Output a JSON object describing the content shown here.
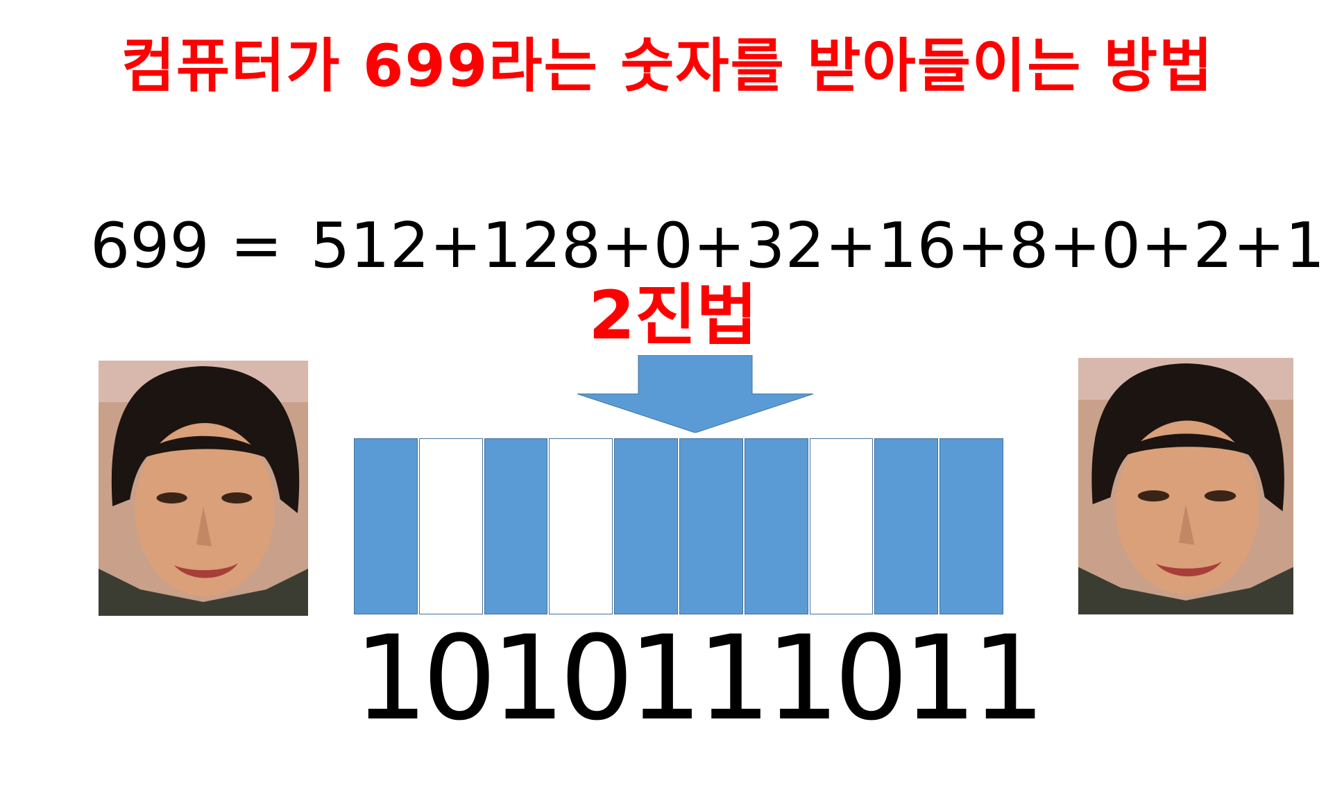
{
  "slide": {
    "title": "컴퓨터가 699라는 숫자를 받아들이는 방법",
    "equation": {
      "lhs": "699",
      "equals": "=",
      "rhs": "512+128+0+32+16+8+0+2+1"
    },
    "method_label": "2진법",
    "bits": [
      1,
      0,
      1,
      0,
      1,
      1,
      1,
      0,
      1,
      1
    ],
    "binary_text": "1010111011",
    "colors": {
      "title": "#ff0000",
      "bit_on": "#5b9bd5",
      "bit_border": "#41719c",
      "arrow": "#5b9bd5"
    }
  }
}
